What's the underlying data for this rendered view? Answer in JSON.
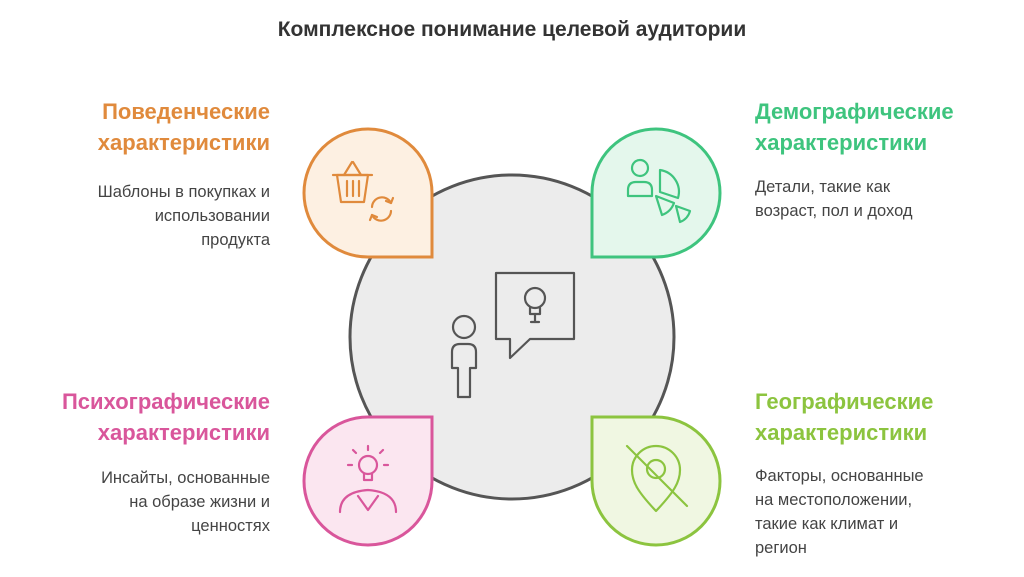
{
  "title": "Комплексное понимание целевой аудитории",
  "colors": {
    "behavioral": "#e08a3c",
    "demographic": "#3ec47e",
    "psychographic": "#d9569b",
    "geographic": "#8cc43f",
    "center_fill": "#ececec",
    "center_stroke": "#555555"
  },
  "quadrants": {
    "behavioral": {
      "heading": [
        "Поведенческие",
        "характеристики"
      ],
      "description": [
        "Шаблоны в покупках и",
        "использовании",
        "продукта"
      ],
      "icon": "shopping-basket-refresh-icon"
    },
    "demographic": {
      "heading": [
        "Демографические",
        "характеристики"
      ],
      "description": [
        "Детали, такие как",
        "возраст, пол и доход"
      ],
      "icon": "person-pie-chart-icon"
    },
    "psychographic": {
      "heading": [
        "Психографические",
        "характеристики"
      ],
      "description": [
        "Инсайты, основанные",
        "на образе жизни и",
        "ценностях"
      ],
      "icon": "person-lightbulb-icon"
    },
    "geographic": {
      "heading": [
        "Географические",
        "характеристики"
      ],
      "description": [
        "Факторы, основанные",
        "на местоположении,",
        "такие как климат и",
        "регион"
      ],
      "icon": "location-off-icon"
    }
  },
  "center": {
    "icon": "person-idea-bubble-icon"
  }
}
